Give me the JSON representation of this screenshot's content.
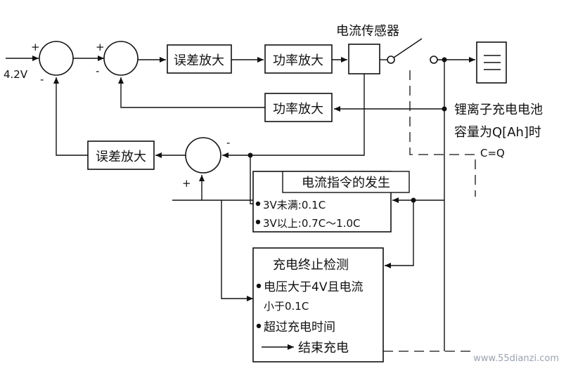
{
  "input": {
    "voltage": "4.2V"
  },
  "signs": {
    "plus": "+",
    "minus": "-"
  },
  "blocks": {
    "error_amp_1": "误差放大",
    "power_amp_1": "功率放大",
    "power_amp_2": "功率放大",
    "error_amp_2": "误差放大",
    "current_sensor": "电流传感器"
  },
  "battery": {
    "line1": "锂离子充电电池",
    "line2": "容量为Q[Ah]时",
    "line3": "C=Q"
  },
  "command_block": {
    "title": "电流指令的发生",
    "item1": "3V未满:0.1C",
    "item2": "3V以上:0.7C～1.0C"
  },
  "termination_block": {
    "title": "充电终止检测",
    "item1_a": "电压大于4V且电流",
    "item1_b": "小于0.1C",
    "item2": "超过充电时间",
    "end": "结束充电"
  },
  "watermark": "www.55dianzi.com"
}
